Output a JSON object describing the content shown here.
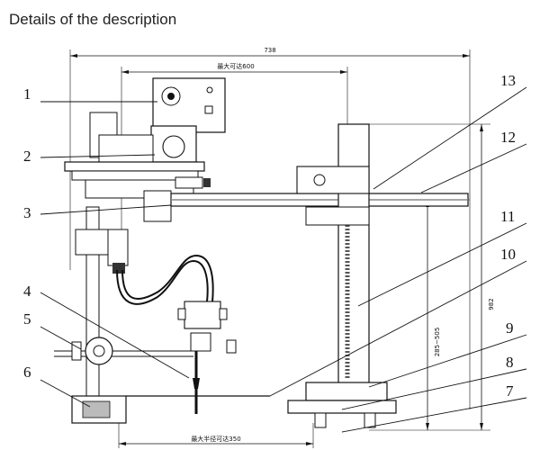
{
  "heading": "Details of the description",
  "dimensions": {
    "overall_width": "738",
    "max_reach": "最大可达600",
    "max_radius": "最大半径可达350",
    "height_range": "285~505",
    "total_height": "982"
  },
  "callouts": [
    "1",
    "2",
    "3",
    "4",
    "5",
    "6",
    "7",
    "8",
    "9",
    "10",
    "11",
    "12",
    "13"
  ]
}
